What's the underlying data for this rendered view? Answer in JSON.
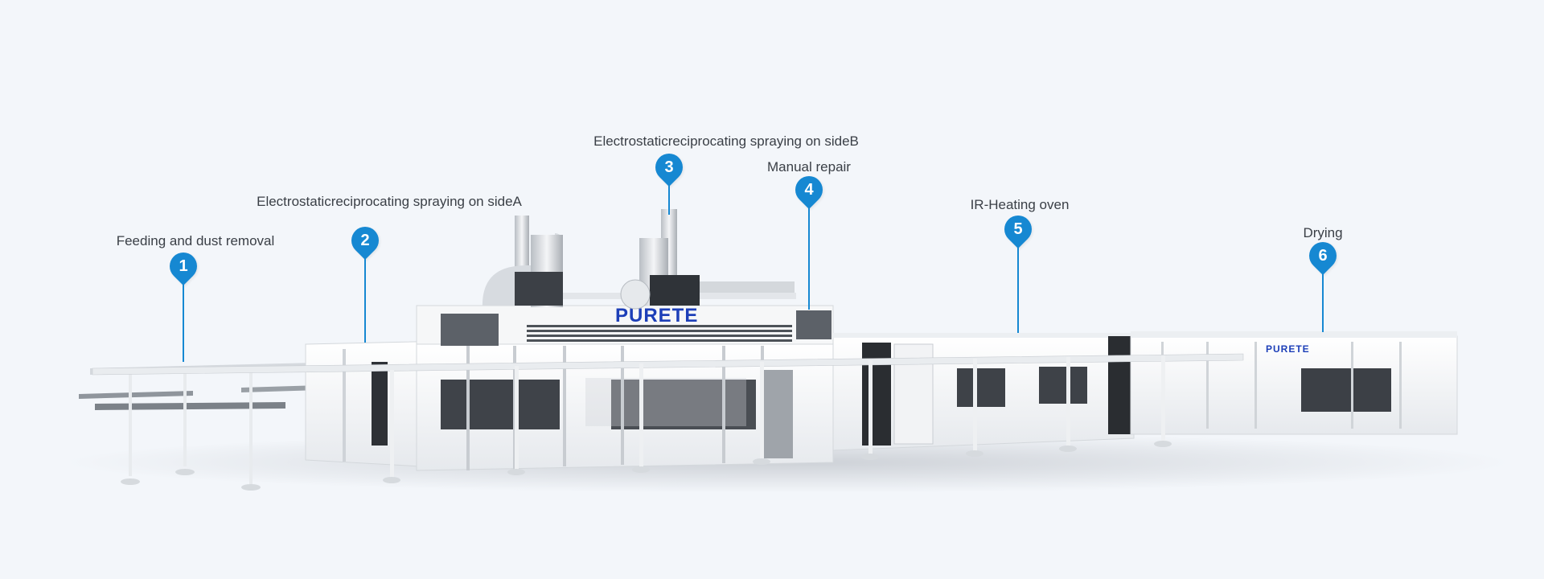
{
  "brand": "PURETE",
  "colors": {
    "accent": "#1688d2",
    "brand": "#1d3fb8",
    "background": "#f3f6fa"
  },
  "stations": [
    {
      "number": "1",
      "label": "Feeding and dust removal",
      "icon": "location-pin-icon"
    },
    {
      "number": "2",
      "label": "Electrostaticreciprocating spraying on sideA",
      "icon": "location-pin-icon"
    },
    {
      "number": "3",
      "label": "Electrostaticreciprocating spraying on sideB",
      "icon": "location-pin-icon"
    },
    {
      "number": "4",
      "label": "Manual repair",
      "icon": "location-pin-icon"
    },
    {
      "number": "5",
      "label": "IR-Heating oven",
      "icon": "location-pin-icon"
    },
    {
      "number": "6",
      "label": "Drying",
      "icon": "location-pin-icon"
    }
  ]
}
